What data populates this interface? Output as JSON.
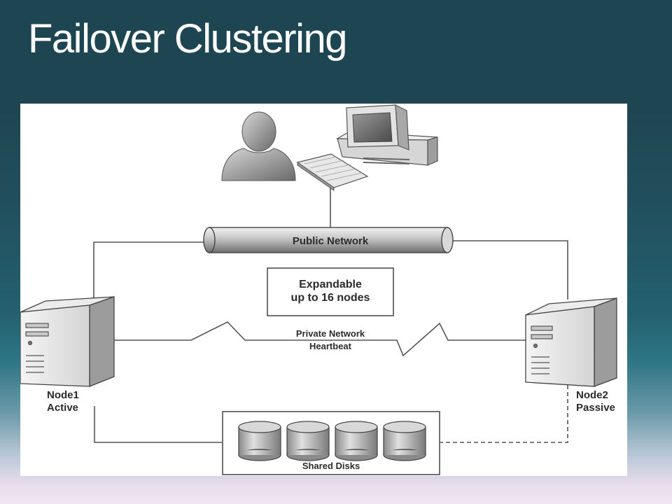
{
  "slide": {
    "title": "Failover Clustering"
  },
  "diagram": {
    "public_network_label": "Public Network",
    "expandable_note": {
      "line1": "Expandable",
      "line2": "up to 16 nodes"
    },
    "private_network": {
      "line1": "Private Network",
      "line2": "Heartbeat"
    },
    "node1": {
      "name": "Node1",
      "state": "Active"
    },
    "node2": {
      "name": "Node2",
      "state": "Passive"
    },
    "shared_disks_label": "Shared Disks",
    "icons": [
      "user-icon",
      "computer-icon",
      "keyboard-icon",
      "server-icon",
      "disk-icon"
    ]
  }
}
